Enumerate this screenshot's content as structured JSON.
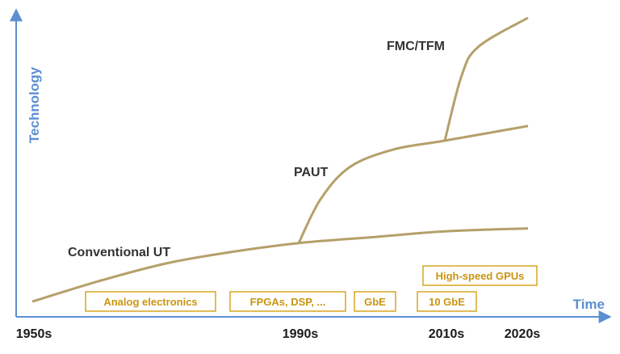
{
  "chart_data": {
    "type": "line",
    "xlabel": "Time",
    "ylabel": "Technology",
    "x_ticks": [
      "1950s",
      "1990s",
      "2010s",
      "2020s"
    ],
    "grid": false,
    "series": [
      {
        "name": "Conventional UT",
        "points": [
          [
            1950,
            0.03
          ],
          [
            1960,
            0.1
          ],
          [
            1970,
            0.16
          ],
          [
            1980,
            0.2
          ],
          [
            1990,
            0.23
          ],
          [
            2000,
            0.25
          ],
          [
            2010,
            0.27
          ],
          [
            2020,
            0.28
          ]
        ]
      },
      {
        "name": "PAUT",
        "points": [
          [
            1990,
            0.23
          ],
          [
            1993,
            0.38
          ],
          [
            1997,
            0.49
          ],
          [
            2003,
            0.55
          ],
          [
            2010,
            0.58
          ],
          [
            2020,
            0.63
          ]
        ]
      },
      {
        "name": "FMC/TFM",
        "points": [
          [
            2010,
            0.58
          ],
          [
            2012,
            0.8
          ],
          [
            2014,
            0.9
          ],
          [
            2020,
            1.0
          ]
        ]
      }
    ],
    "enabling_technologies": [
      {
        "label": "Analog electronics",
        "row": 1
      },
      {
        "label": "FPGAs, DSP, ...",
        "row": 1
      },
      {
        "label": "GbE",
        "row": 1
      },
      {
        "label": "10 GbE",
        "row": 1
      },
      {
        "label": "High-speed GPUs",
        "row": 2
      }
    ],
    "colors": {
      "axis": "#5b8fd0",
      "curve": "#b5a06a",
      "box_border": "#d7a522",
      "box_text": "#c9950f",
      "tick_text": "#1a1a1a",
      "series_text": "#333333"
    }
  }
}
